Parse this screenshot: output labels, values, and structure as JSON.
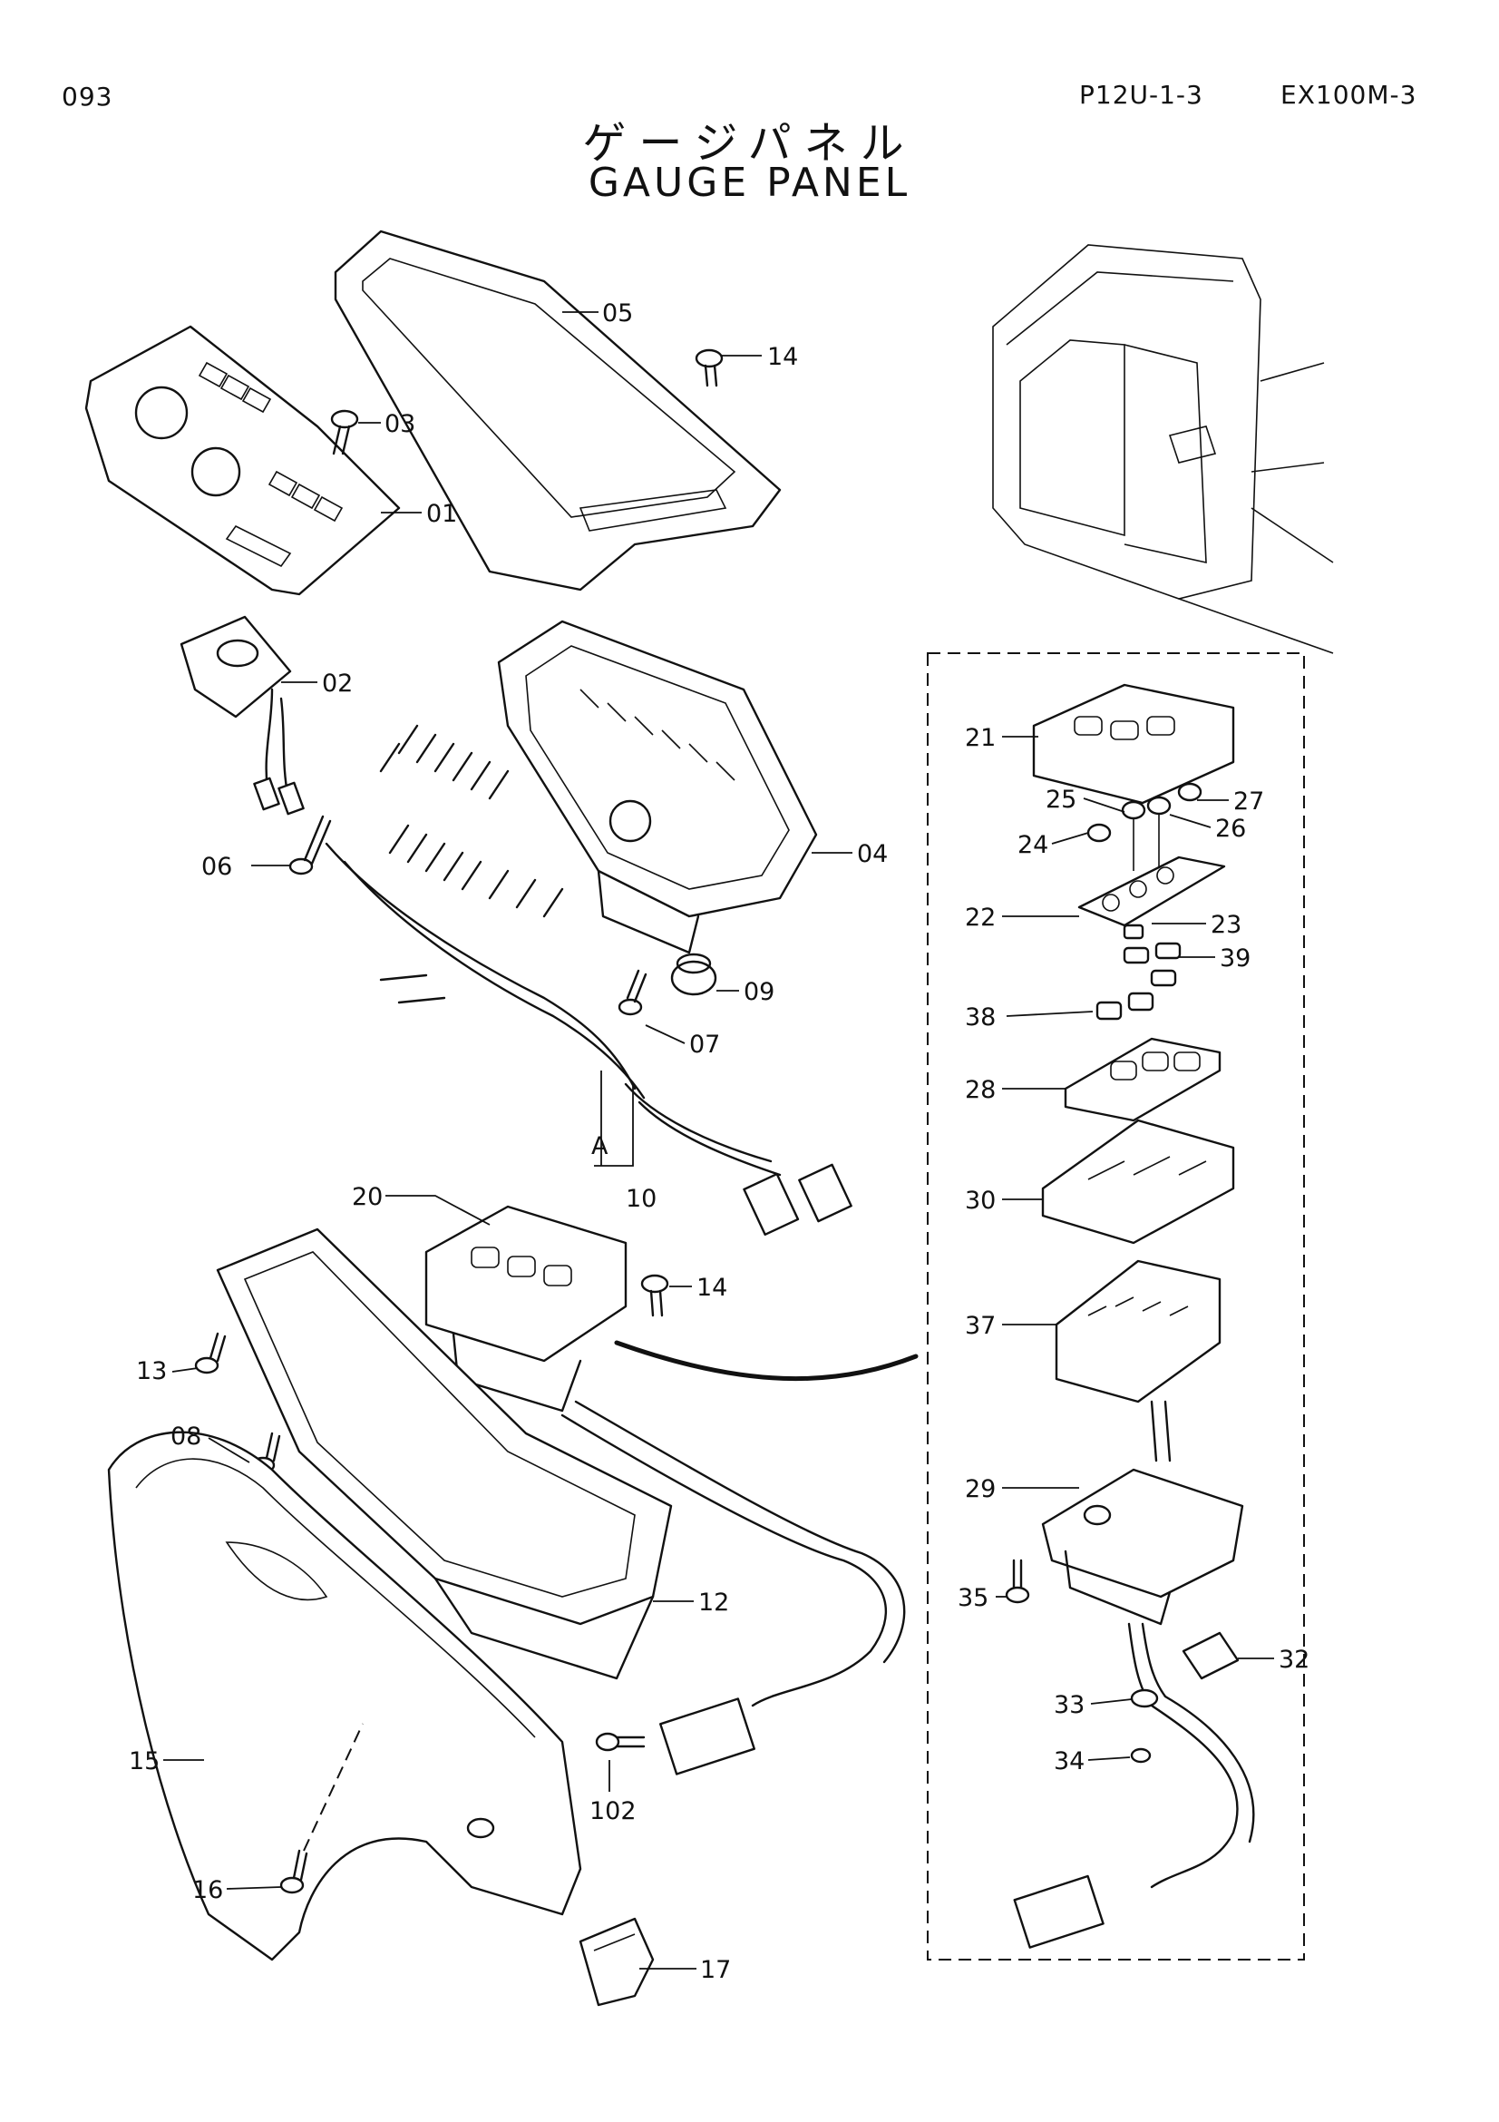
{
  "header": {
    "page_number": "093",
    "section_code": "P12U-1-3",
    "model": "EX100M-3",
    "title_jp": "ゲージパネル",
    "title_en": "GAUGE PANEL"
  },
  "callouts": {
    "c01": "01",
    "c02": "02",
    "c03": "03",
    "c04": "04",
    "c05": "05",
    "c06": "06",
    "c07": "07",
    "c08": "08",
    "c09": "09",
    "c10": "10",
    "c12": "12",
    "c13": "13",
    "c14a": "14",
    "c14b": "14",
    "c15": "15",
    "c16": "16",
    "c17": "17",
    "c20": "20",
    "c21": "21",
    "c22": "22",
    "c23": "23",
    "c24": "24",
    "c25": "25",
    "c26": "26",
    "c27": "27",
    "c28": "28",
    "c29": "29",
    "c30": "30",
    "c32": "32",
    "c33": "33",
    "c34": "34",
    "c35": "35",
    "c37": "37",
    "c38": "38",
    "c39": "39",
    "c102": "102",
    "cA": "A"
  }
}
